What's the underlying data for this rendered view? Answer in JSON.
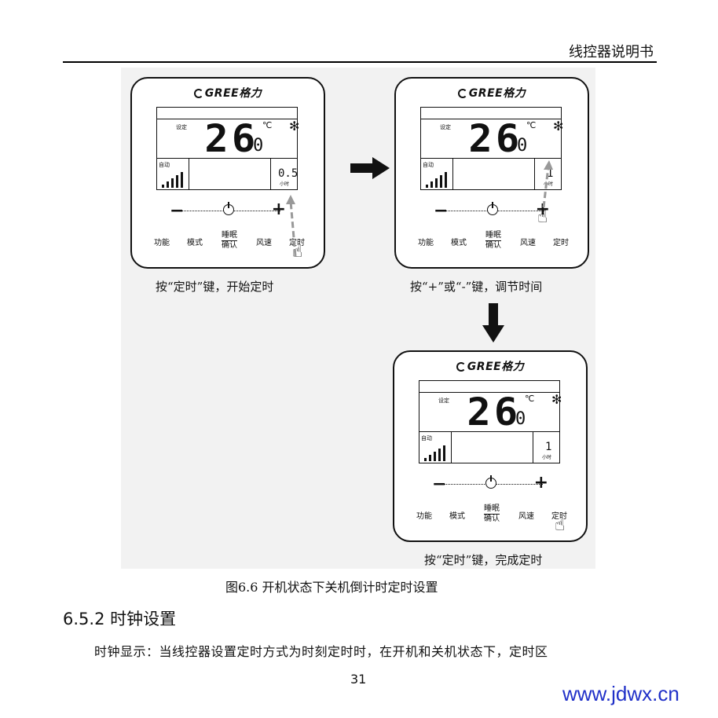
{
  "header": {
    "title": "线控器说明书"
  },
  "panels": [
    {
      "brand": "GREE格力",
      "set_label": "设定",
      "temp": "26",
      "temp_decimal": "0",
      "unit": "℃",
      "mode_label": "自动",
      "timer_value": "0.5",
      "timer_unit": "小时",
      "buttons": {
        "function": "功能",
        "mode": "模式",
        "sleep": "睡眠",
        "confirm": "确认",
        "fan": "风速",
        "timer": "定时"
      },
      "caption": "按“定时”键，开始定时"
    },
    {
      "brand": "GREE格力",
      "set_label": "设定",
      "temp": "26",
      "temp_decimal": "0",
      "unit": "℃",
      "mode_label": "自动",
      "timer_value": "1",
      "timer_unit": "小时",
      "buttons": {
        "function": "功能",
        "mode": "模式",
        "sleep": "睡眠",
        "confirm": "确认",
        "fan": "风速",
        "timer": "定时"
      },
      "caption": "按“+”或“-”键，调节时间"
    },
    {
      "brand": "GREE格力",
      "set_label": "设定",
      "temp": "26",
      "temp_decimal": "0",
      "unit": "℃",
      "mode_label": "自动",
      "timer_value": "1",
      "timer_unit": "小时",
      "buttons": {
        "function": "功能",
        "mode": "模式",
        "sleep": "睡眠",
        "confirm": "确认",
        "fan": "风速",
        "timer": "定时"
      },
      "caption": "按“定时”键，完成定时"
    }
  ],
  "figure_caption": "图6.6 开机状态下关机倒计时定时设置",
  "section_title": "6.5.2 时钟设置",
  "body_text": "时钟显示：当线控器设置定时方式为时刻定时时，在开机和关机状态下，定时区",
  "page_number": "31",
  "watermark": "www.jdwx.cn",
  "icons": [
    "power-icon",
    "minus-icon",
    "plus-icon",
    "snowflake-icon",
    "hand-pointer-icon",
    "arrow-right-icon",
    "arrow-down-icon"
  ]
}
